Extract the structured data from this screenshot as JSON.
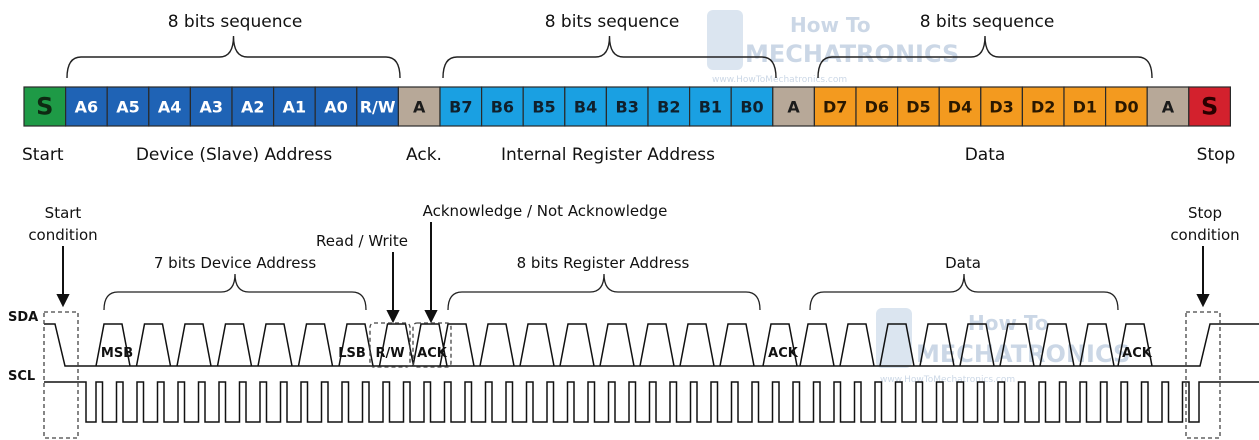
{
  "frame": {
    "groups": [
      {
        "id": "addr",
        "label": "8 bits sequence"
      },
      {
        "id": "reg",
        "label": "8 bits sequence"
      },
      {
        "id": "data",
        "label": "8 bits sequence"
      }
    ],
    "cells": [
      {
        "id": "s",
        "label": "S",
        "color": "#1e9a46",
        "text_color": "#0e2a12"
      },
      {
        "id": "a6",
        "label": "A6",
        "color": "#1f63b5",
        "text_color": "#ffffff"
      },
      {
        "id": "a5",
        "label": "A5",
        "color": "#1f63b5",
        "text_color": "#ffffff"
      },
      {
        "id": "a4",
        "label": "A4",
        "color": "#1f63b5",
        "text_color": "#ffffff"
      },
      {
        "id": "a3",
        "label": "A3",
        "color": "#1f63b5",
        "text_color": "#ffffff"
      },
      {
        "id": "a2",
        "label": "A2",
        "color": "#1f63b5",
        "text_color": "#ffffff"
      },
      {
        "id": "a1",
        "label": "A1",
        "color": "#1f63b5",
        "text_color": "#ffffff"
      },
      {
        "id": "a0",
        "label": "A0",
        "color": "#1f63b5",
        "text_color": "#ffffff"
      },
      {
        "id": "rw",
        "label": "R/W",
        "color": "#1f63b5",
        "text_color": "#ffffff"
      },
      {
        "id": "ack1",
        "label": "A",
        "color": "#b7a898",
        "text_color": "#1b1b1b"
      },
      {
        "id": "b7",
        "label": "B7",
        "color": "#1aa0e2",
        "text_color": "#10202c"
      },
      {
        "id": "b6",
        "label": "B6",
        "color": "#1aa0e2",
        "text_color": "#10202c"
      },
      {
        "id": "b5",
        "label": "B5",
        "color": "#1aa0e2",
        "text_color": "#10202c"
      },
      {
        "id": "b4",
        "label": "B4",
        "color": "#1aa0e2",
        "text_color": "#10202c"
      },
      {
        "id": "b3",
        "label": "B3",
        "color": "#1aa0e2",
        "text_color": "#10202c"
      },
      {
        "id": "b2",
        "label": "B2",
        "color": "#1aa0e2",
        "text_color": "#10202c"
      },
      {
        "id": "b1",
        "label": "B1",
        "color": "#1aa0e2",
        "text_color": "#10202c"
      },
      {
        "id": "b0",
        "label": "B0",
        "color": "#1aa0e2",
        "text_color": "#10202c"
      },
      {
        "id": "ack2",
        "label": "A",
        "color": "#b7a898",
        "text_color": "#1b1b1b"
      },
      {
        "id": "d7",
        "label": "D7",
        "color": "#f39a1f",
        "text_color": "#2a1800"
      },
      {
        "id": "d6",
        "label": "D6",
        "color": "#f39a1f",
        "text_color": "#2a1800"
      },
      {
        "id": "d5",
        "label": "D5",
        "color": "#f39a1f",
        "text_color": "#2a1800"
      },
      {
        "id": "d4",
        "label": "D4",
        "color": "#f39a1f",
        "text_color": "#2a1800"
      },
      {
        "id": "d3",
        "label": "D3",
        "color": "#f39a1f",
        "text_color": "#2a1800"
      },
      {
        "id": "d2",
        "label": "D2",
        "color": "#f39a1f",
        "text_color": "#2a1800"
      },
      {
        "id": "d1",
        "label": "D1",
        "color": "#f39a1f",
        "text_color": "#2a1800"
      },
      {
        "id": "d0",
        "label": "D0",
        "color": "#f39a1f",
        "text_color": "#2a1800"
      },
      {
        "id": "ack3",
        "label": "A",
        "color": "#b7a898",
        "text_color": "#1b1b1b"
      },
      {
        "id": "p",
        "label": "S",
        "color": "#d3212d",
        "text_color": "#2a0000"
      }
    ],
    "captions": {
      "start": "Start",
      "device": "Device (Slave) Address",
      "ack": "Ack.",
      "register": "Internal Register Address",
      "data": "Data",
      "stop": "Stop"
    }
  },
  "timing": {
    "signals": {
      "sda": "SDA",
      "scl": "SCL"
    },
    "annotations": {
      "start_line1": "Start",
      "start_line2": "condition",
      "read_write": "Read / Write",
      "ack_nack": "Acknowledge / Not Acknowledge",
      "stop_line1": "Stop",
      "stop_line2": "condition"
    },
    "brace_labels": {
      "device": "7 bits Device Address",
      "register": "8 bits Register Address",
      "data": "Data"
    },
    "bit_labels": {
      "msb": "MSB",
      "lsb": "LSB",
      "rw": "R/W",
      "ack_addr": "ACK",
      "ack_reg": "ACK",
      "ack_data": "ACK"
    }
  },
  "watermark": {
    "brand_how_to": "How To",
    "brand_name": "MECHATRONICS",
    "url": "www.HowToMechatronics.com"
  }
}
